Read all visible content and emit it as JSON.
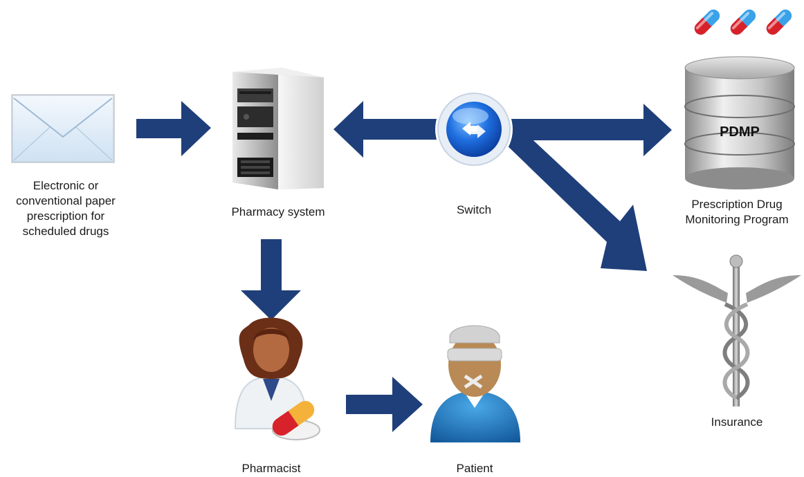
{
  "nodes": {
    "prescription": {
      "label": "Electronic or\nconventional paper\nprescription for\nscheduled drugs"
    },
    "pharmacy_system": {
      "label": "Pharmacy system"
    },
    "switch": {
      "label": "Switch"
    },
    "pdmp": {
      "label": "Prescription Drug\nMonitoring Program",
      "badge": "PDMP"
    },
    "insurance": {
      "label": "Insurance"
    },
    "pharmacist": {
      "label": "Pharmacist"
    },
    "patient": {
      "label": "Patient"
    }
  },
  "edges": [
    {
      "from": "prescription",
      "to": "pharmacy_system"
    },
    {
      "from": "switch",
      "to": "pharmacy_system"
    },
    {
      "from": "switch",
      "to": "pdmp"
    },
    {
      "from": "switch",
      "to": "insurance"
    },
    {
      "from": "pharmacy_system",
      "to": "pharmacist"
    },
    {
      "from": "pharmacist",
      "to": "patient"
    }
  ],
  "colors": {
    "arrow": "#1f3f7a",
    "switch": "#1b5fd1",
    "pill_red": "#d8222b",
    "pill_blue": "#3aa2e8"
  }
}
